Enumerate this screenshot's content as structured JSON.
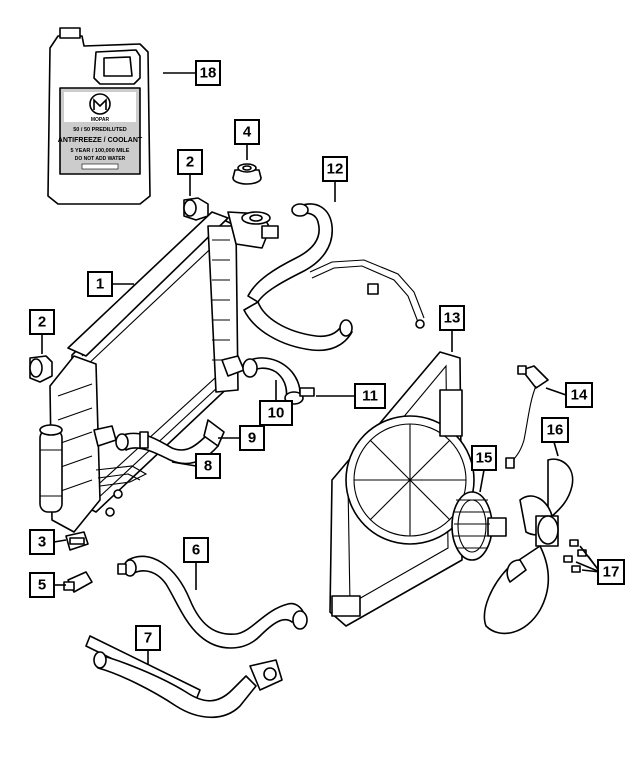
{
  "callouts": {
    "c1": "1",
    "c2a": "2",
    "c2b": "2",
    "c3": "3",
    "c4": "4",
    "c5": "5",
    "c6": "6",
    "c7": "7",
    "c8": "8",
    "c9": "9",
    "c10": "10",
    "c11": "11",
    "c12": "12",
    "c13": "13",
    "c14": "14",
    "c15": "15",
    "c16": "16",
    "c17": "17",
    "c18": "18"
  },
  "jug_label": {
    "brand": "MOPAR",
    "line1": "50 / 50 PREDILUTED",
    "line2": "ANTIFREEZE / COOLANT",
    "line3": "5 YEAR / 100,000 MILE",
    "line4": "DO NOT ADD WATER"
  }
}
